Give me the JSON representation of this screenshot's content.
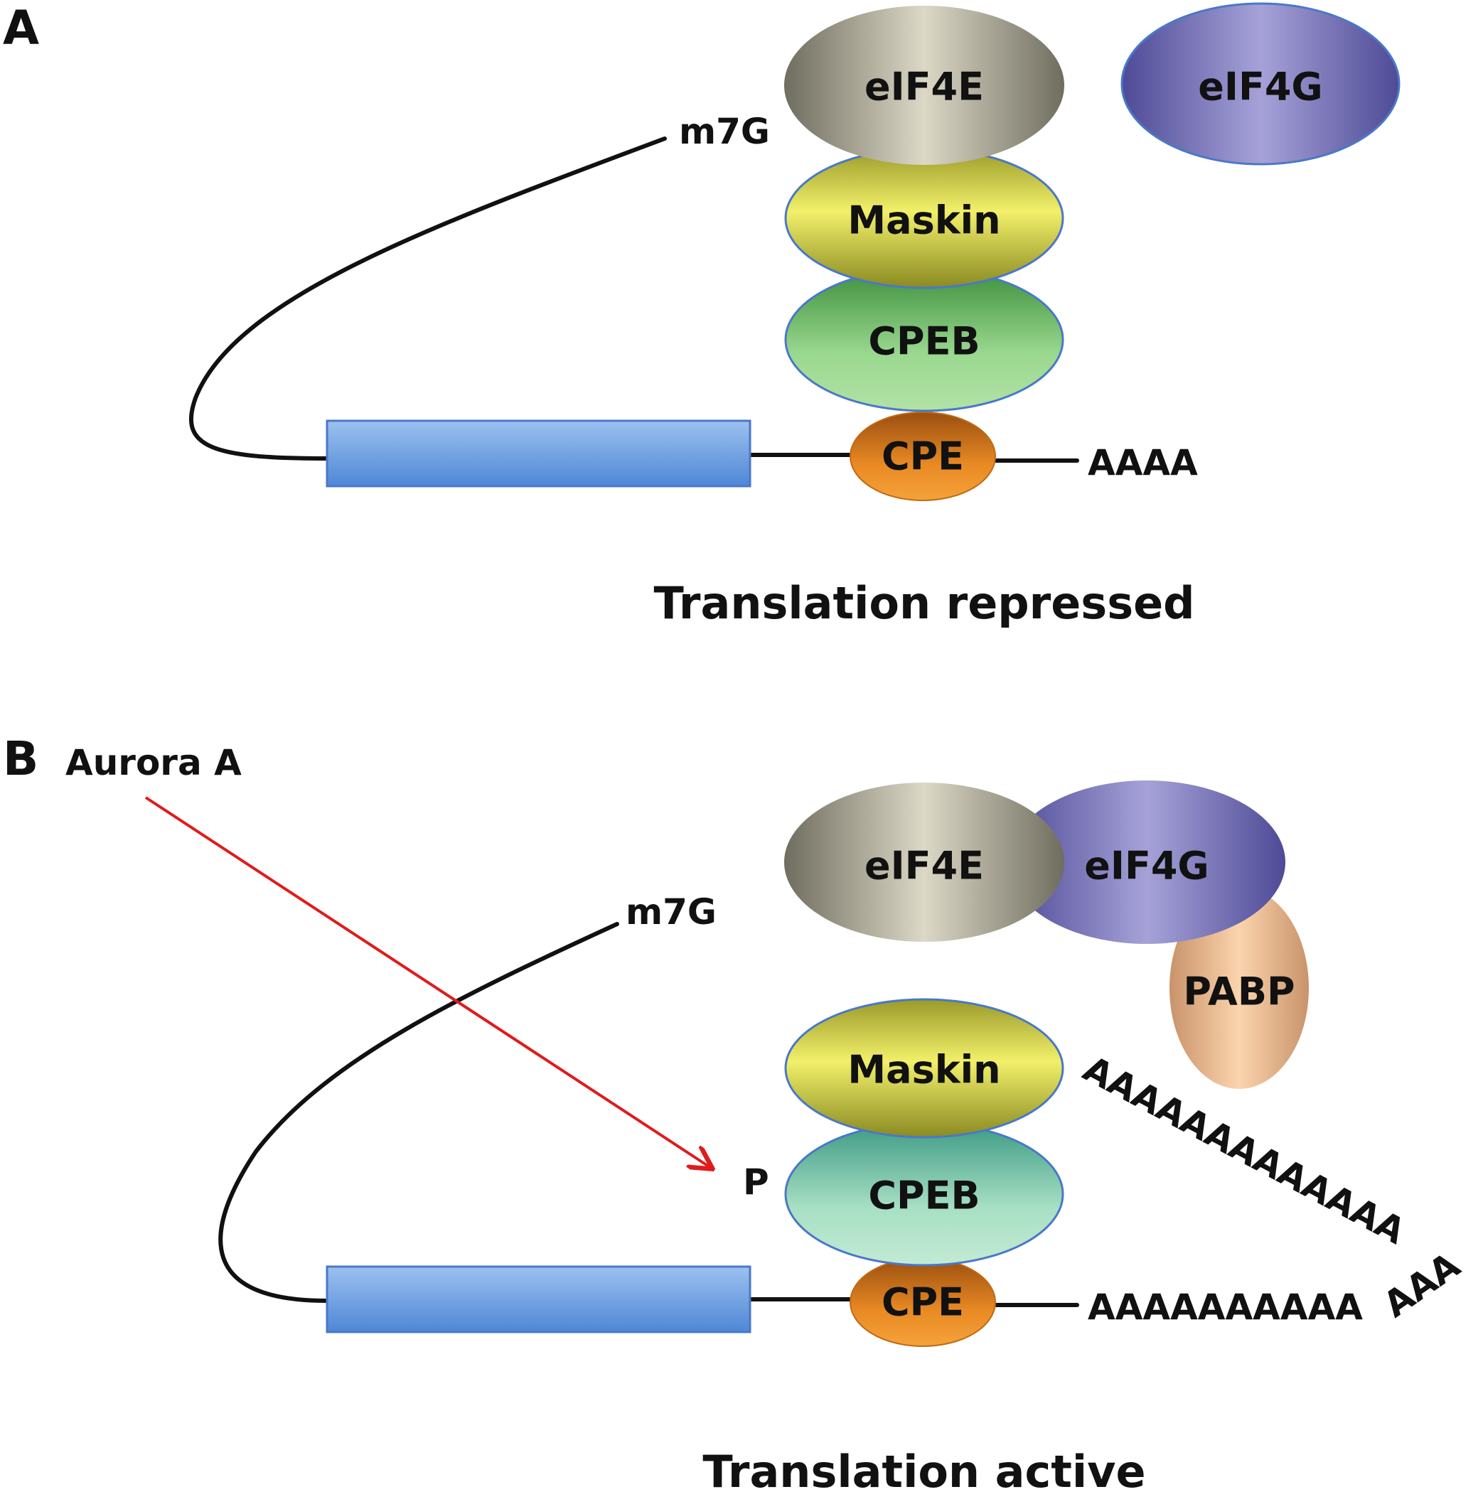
{
  "panel_a": {
    "label": "A",
    "cap_label": "m7G",
    "tail_label": "AAAA",
    "caption": "Translation repressed",
    "proteins": {
      "eif4e": "eIF4E",
      "eif4g": "eIF4G",
      "maskin": "Maskin",
      "cpeb": "CPEB",
      "cpe": "CPE"
    }
  },
  "panel_b": {
    "label": "B",
    "kinase_label": "Aurora A",
    "cap_label": "m7G",
    "phospho_label": "P",
    "tail_label": "AAAAAAAAAA",
    "tail_diagonal": "AAAAAAAAAAAAA",
    "tail_end": "AAA",
    "caption": "Translation active",
    "proteins": {
      "eif4e": "eIF4E",
      "eif4g": "eIF4G",
      "pabp": "PABP",
      "maskin": "Maskin",
      "cpeb": "CPEB",
      "cpe": "CPE"
    }
  },
  "colors": {
    "eif4e": "#c9c6b6",
    "eif4g": "#8a86c4",
    "maskin": "#e2e05a",
    "cpeb_repressed": "#6fc46b",
    "cpeb_active": "#8fd3b0",
    "cpe": "#e07e1e",
    "pabp": "#f0c29a",
    "coding_region": "#6f9fe0",
    "arrow": "#e01b1b",
    "outline": "#4a78c8"
  }
}
